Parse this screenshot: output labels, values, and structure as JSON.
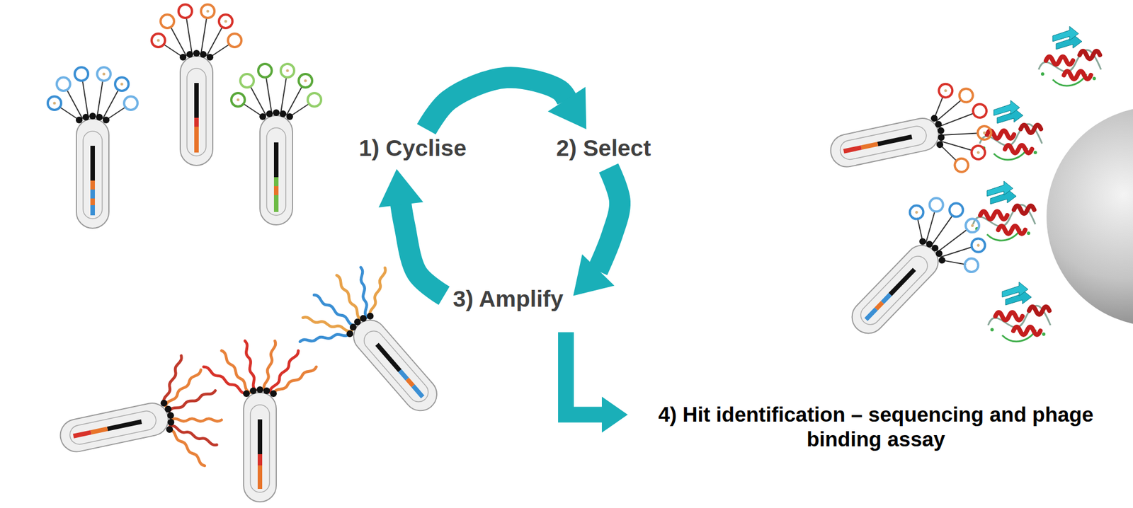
{
  "diagram": {
    "nodes": [
      {
        "text": [
          "1) Cyclise"
        ]
      },
      {
        "text": [
          "2) Select"
        ]
      },
      {
        "text": [
          "3) Amplify"
        ]
      },
      {
        "text": [
          "4) Hit identification – sequencing and phage binding assay"
        ]
      }
    ],
    "edges": [
      {
        "from": 0,
        "to": 1,
        "arrow": "to"
      },
      {
        "from": 1,
        "to": 2,
        "arrow": "to"
      },
      {
        "from": 2,
        "to": 0,
        "arrow": "to"
      },
      {
        "from": 2,
        "to": 3,
        "arrow": "to"
      }
    ]
  }
}
